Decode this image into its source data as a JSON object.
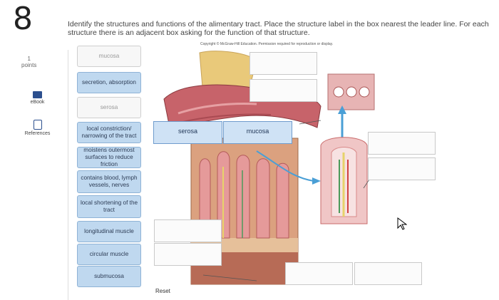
{
  "question": {
    "number": "8",
    "prompt": "Identify the structures and functions of the alimentary tract. Place the structure label in the box nearest the leader line. For each structure there is an adjacent box asking for the function of that structure.",
    "copyright": "Copyright © McGraw-Hill Education. Permission required for reproduction or display."
  },
  "sidebar": {
    "points_value": "1",
    "points_label": "points",
    "ebook_label": "eBook",
    "references_label": "References"
  },
  "chips": [
    {
      "label": "mucosa",
      "state": "placed"
    },
    {
      "label": "secretion, absorption",
      "state": "available"
    },
    {
      "label": "serosa",
      "state": "placed"
    },
    {
      "label": "local constriction/ narrowing of the tract",
      "state": "available"
    },
    {
      "label": "moistens outermost surfaces to reduce friction",
      "state": "available"
    },
    {
      "label": "contains blood, lymph vessels, nerves",
      "state": "available"
    },
    {
      "label": "local shortening of the tract",
      "state": "available"
    },
    {
      "label": "longitudinal muscle",
      "state": "available"
    },
    {
      "label": "circular muscle",
      "state": "available"
    },
    {
      "label": "submucosa",
      "state": "available"
    }
  ],
  "placed_labels": {
    "serosa": "serosa",
    "mucosa": "mucosa"
  },
  "reset_label": "Reset",
  "colors": {
    "chip_blue": "#bfd8ef",
    "chip_blue_border": "#8fb3d6",
    "arrow_blue": "#4a9fd6",
    "tissue_pink": "#d98a8a"
  },
  "icons": [
    "ebook-icon",
    "references-icon",
    "cursor-icon"
  ]
}
